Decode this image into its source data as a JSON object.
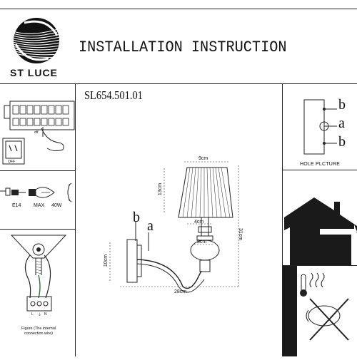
{
  "header": {
    "brand": "ST LUCE",
    "title": "INSTALLATION INSTRUCTION",
    "logo_icon": "swirl-logo-icon"
  },
  "main": {
    "model": "SL654.501.01",
    "dims": {
      "shade_width": "9cm",
      "shade_height": "13cm",
      "stem_width": "4cm",
      "body_width": "8cm",
      "total_height": "31cm",
      "back_height": "10cm",
      "depth": "28cm"
    },
    "labels": {
      "a": "a",
      "b": "b"
    }
  },
  "left_panels": {
    "terminal_label": "off",
    "switch_label": "OFF",
    "bulb": {
      "socket": "E14",
      "max": "MAX",
      "watt": "40W"
    },
    "wiring": {
      "terminals": [
        "L",
        "⏚",
        "N"
      ],
      "caption": "Figure (The internal connection wire)"
    }
  },
  "right_panels": {
    "hole_caption": "HOLE PLCTURE",
    "hole_labels": [
      "b",
      "a",
      "b"
    ]
  },
  "colors": {
    "ink": "#222222",
    "panel_dark": "#1a1a1a"
  }
}
